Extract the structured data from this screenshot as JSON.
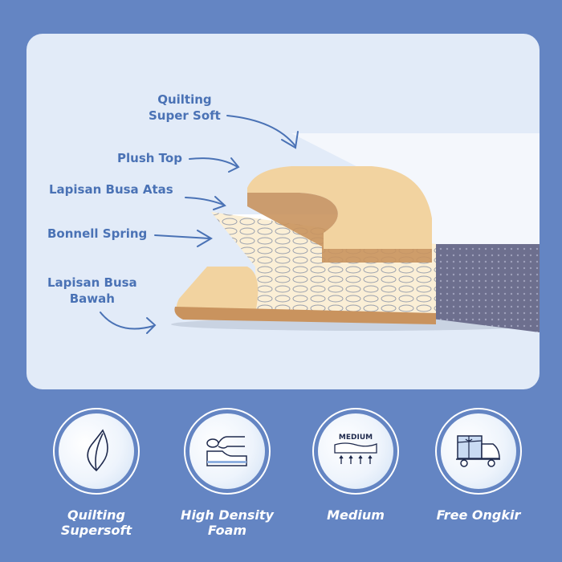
{
  "diagram": {
    "labels": {
      "quilting": [
        "Quilting",
        "Super Soft"
      ],
      "plush_top": "Plush Top",
      "busa_atas": "Lapisan Busa Atas",
      "bonnell": "Bonnell Spring",
      "busa_bawah": [
        "Lapisan Busa",
        "Bawah"
      ]
    }
  },
  "features": [
    {
      "icon": "leaf-icon",
      "label": [
        "Quilting",
        "Supersoft"
      ]
    },
    {
      "icon": "foam-sleeper-icon",
      "label": [
        "High Density",
        "Foam"
      ]
    },
    {
      "icon": "medium-firmness-icon",
      "badge": "MEDIUM",
      "label": [
        "Medium",
        ""
      ]
    },
    {
      "icon": "delivery-truck-icon",
      "label": [
        "Free Ongkir",
        ""
      ]
    }
  ],
  "colors": {
    "background": "#6485c3",
    "card": "#e2ebf8",
    "label": "#4a72b5",
    "foam": "#f2d3a0"
  }
}
